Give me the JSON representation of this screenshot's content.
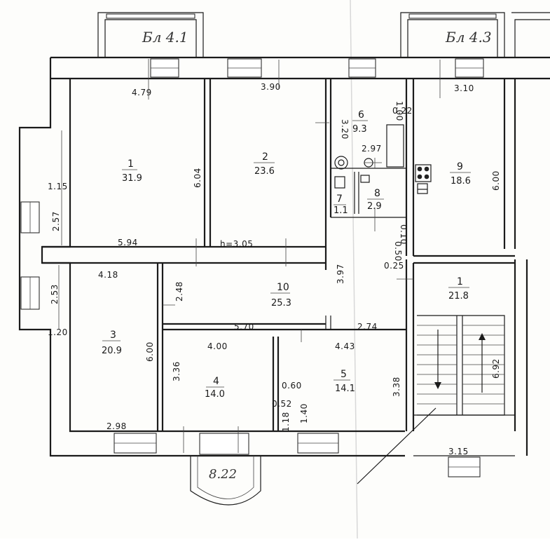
{
  "annotations": {
    "balcony_left": "Бл 4.1",
    "balcony_right": "Бл 4.3",
    "bay_window": "8.22"
  },
  "rooms": [
    {
      "number": "1",
      "area": "31.9"
    },
    {
      "number": "2",
      "area": "23.6"
    },
    {
      "number": "3",
      "area": "20.9"
    },
    {
      "number": "4",
      "area": "14.0"
    },
    {
      "number": "5",
      "area": "14.1"
    },
    {
      "number": "6",
      "area": "9.3"
    },
    {
      "number": "7",
      "area": "1.1"
    },
    {
      "number": "8",
      "area": "2.9"
    },
    {
      "number": "9",
      "area": "18.6"
    },
    {
      "number": "10",
      "area": "25.3"
    },
    {
      "number": "1",
      "area": "21.8"
    }
  ],
  "dimensions": [
    "4.79",
    "3.90",
    "3.10",
    "1.00",
    "0.22",
    "3.20",
    "2.97",
    "1.15",
    "2.57",
    "6.04",
    "6.00",
    "5.94",
    "h=3.05",
    "4.18",
    "2.53",
    "2.48",
    "1.20",
    "6.00",
    "5.70",
    "2.74",
    "3.97",
    "0.10",
    "0.50",
    "0.25",
    "4.00",
    "4.43",
    "3.36",
    "3.38",
    "0.60",
    "0.52",
    "1.40",
    "1.18",
    "2.98",
    "6.92",
    "3.15"
  ]
}
